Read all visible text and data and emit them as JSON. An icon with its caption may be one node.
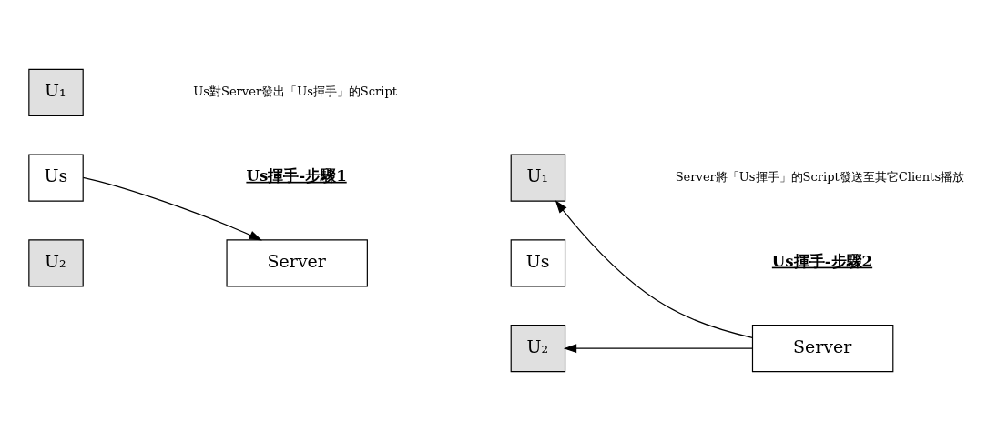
{
  "diagram": {
    "nodes": [
      {
        "text": [
          "U₁"
        ]
      },
      {
        "text": [
          "Us"
        ]
      },
      {
        "text": [
          "Server"
        ]
      },
      {
        "text": [
          "U₂"
        ]
      },
      {
        "text": [
          "U₁"
        ]
      },
      {
        "text": [
          "Us"
        ]
      },
      {
        "text": [
          "Server"
        ]
      },
      {
        "text": [
          "U₂"
        ]
      }
    ],
    "edges": [
      {
        "from": 1,
        "to": 2,
        "arrow": "to"
      },
      {
        "from": 6,
        "to": 4,
        "arrow": "to"
      },
      {
        "from": 6,
        "to": 7,
        "arrow": "to"
      }
    ],
    "labels": [
      "Us揮手-步驟1",
      "Us對Server發出「Us揮手」的Script",
      "Us揮手-步驟2",
      "Server將「Us揮手」的Script發送至其它Clients播放"
    ]
  }
}
